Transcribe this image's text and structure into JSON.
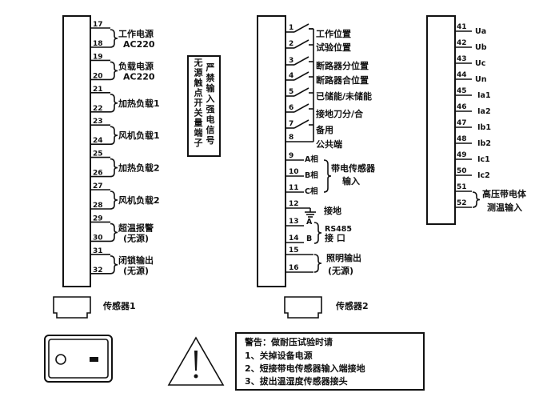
{
  "left_block": {
    "terminals": [
      {
        "pair": [
          "17",
          "18"
        ],
        "label": [
          "工作电源",
          "AC220"
        ]
      },
      {
        "pair": [
          "19",
          "20"
        ],
        "label": [
          "负载电源",
          "AC220"
        ]
      },
      {
        "pair": [
          "21",
          "22"
        ],
        "label": [
          "加热负载1"
        ]
      },
      {
        "pair": [
          "23",
          "24"
        ],
        "label": [
          "风机负载1"
        ]
      },
      {
        "pair": [
          "25",
          "26"
        ],
        "label": [
          "加热负载2"
        ]
      },
      {
        "pair": [
          "27",
          "28"
        ],
        "label": [
          "风机负载2"
        ]
      },
      {
        "pair": [
          "29",
          "30"
        ],
        "label": [
          "超温报警",
          "(无源)"
        ]
      },
      {
        "pair": [
          "31",
          "32"
        ],
        "label": [
          "闭锁输出",
          "(无源)"
        ]
      }
    ]
  },
  "notice_sign": {
    "col1": "严禁输入强电信号",
    "col2": "无源触点开关量端子"
  },
  "middle_block": {
    "switch_inputs": [
      {
        "num": "1",
        "label": "工作位置"
      },
      {
        "num": "2",
        "label": "试验位置"
      },
      {
        "num": "3",
        "label": "断路器分位置"
      },
      {
        "num": "4",
        "label": "断路器合位置"
      },
      {
        "num": "5",
        "label": "已储能/未储能"
      },
      {
        "num": "6",
        "label": "接地刀分/合"
      },
      {
        "num": "7",
        "label": "备用"
      },
      {
        "num": "8",
        "label": "公共端"
      }
    ],
    "sensor_input": {
      "terminals": [
        {
          "num": "9",
          "phase": "A相"
        },
        {
          "num": "10",
          "phase": "B相"
        },
        {
          "num": "11",
          "phase": "C相"
        }
      ],
      "label": [
        "带电传感器",
        "输入"
      ]
    },
    "ground": {
      "num": "12",
      "label": "接地"
    },
    "rs485": {
      "terminals": [
        {
          "num": "13",
          "pin": "A"
        },
        {
          "num": "14",
          "pin": "B"
        }
      ],
      "label": [
        "RS485",
        "接 口"
      ]
    },
    "lighting": {
      "pair": [
        "15",
        "16"
      ],
      "label": [
        "照明输出",
        "(无源)"
      ]
    }
  },
  "right_block": {
    "terminals": [
      {
        "num": "41",
        "label": "Ua"
      },
      {
        "num": "42",
        "label": "Ub"
      },
      {
        "num": "43",
        "label": "Uc"
      },
      {
        "num": "44",
        "label": "Un"
      },
      {
        "num": "45",
        "label": "Ia1"
      },
      {
        "num": "46",
        "label": "Ia2"
      },
      {
        "num": "47",
        "label": "Ib1"
      },
      {
        "num": "48",
        "label": "Ib2"
      },
      {
        "num": "49",
        "label": "Ic1"
      },
      {
        "num": "50",
        "label": "Ic2"
      },
      {
        "num": "51",
        "label": ""
      },
      {
        "num": "52",
        "label": ""
      }
    ],
    "hv_label": [
      "高压带电体",
      "测温输入"
    ]
  },
  "sensors": [
    {
      "label": "传感器1"
    },
    {
      "label": "传感器2"
    }
  ],
  "power_switch": {
    "off": "O",
    "on": "-"
  },
  "warning": {
    "title": "警告：做耐压试验时请",
    "items": [
      "1、关掉设备电源",
      "2、短接带电传感器输入端接地",
      "3、拔出温湿度传感器接头"
    ]
  }
}
